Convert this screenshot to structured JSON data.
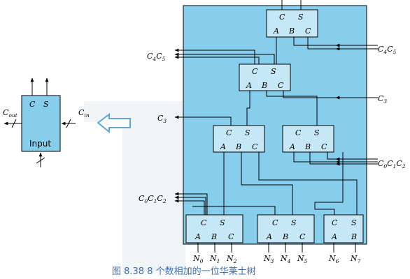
{
  "colors": {
    "panel": "#87cdec",
    "block": "#c6e8f6",
    "line": "#000000",
    "arrow": "#5aa8dc",
    "caption": "#3a6fb0"
  },
  "input_block": {
    "c": "C",
    "s": "S",
    "label": "Input",
    "cout": "C",
    "cout_sub": "out",
    "cin": "C",
    "cin_sub": "in"
  },
  "adder": {
    "c": "C",
    "s": "S",
    "a": "A",
    "b": "B",
    "cc": "C"
  },
  "signals": {
    "c4c5": [
      "C",
      "4",
      "C",
      "5"
    ],
    "c3": [
      "C",
      "3"
    ],
    "c0c1c2": [
      "C",
      "0",
      "C",
      "1",
      "C",
      "2"
    ]
  },
  "inputs": [
    [
      "N",
      "0"
    ],
    [
      "N",
      "1"
    ],
    [
      "N",
      "2"
    ],
    [
      "N",
      "3"
    ],
    [
      "N",
      "4"
    ],
    [
      "N",
      "5"
    ],
    [
      "N",
      "6"
    ],
    [
      "N",
      "7"
    ]
  ],
  "caption": "图 8.38   8 个数相加的一位华莱士树"
}
